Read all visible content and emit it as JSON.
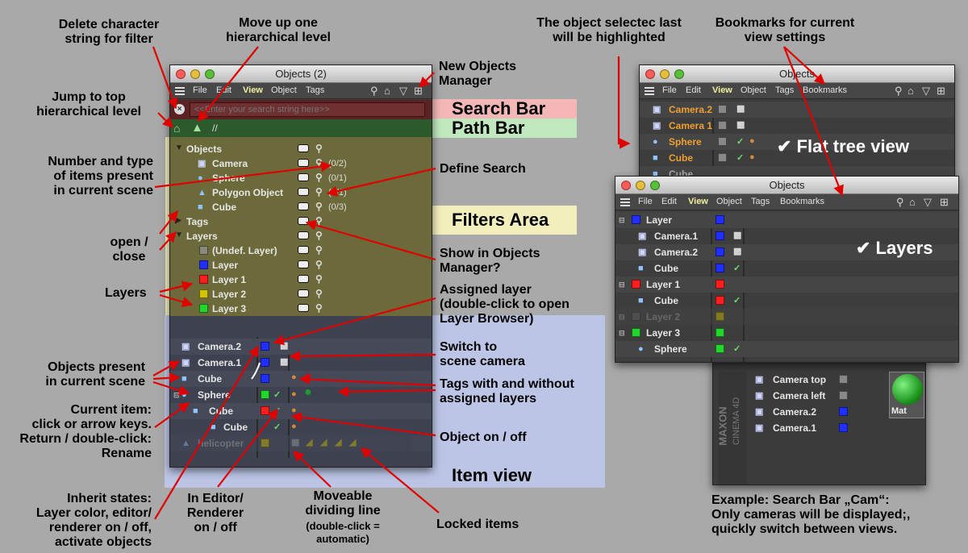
{
  "main_window": {
    "title": "Objects (2)",
    "menu": [
      "File",
      "Edit",
      "View",
      "Object",
      "Tags"
    ],
    "search_placeholder": "<<Enter your search string here>>",
    "path": "//",
    "filters": {
      "objects_header": "Objects",
      "objects": [
        {
          "name": "Camera",
          "count": "(0/2)",
          "icon": "camera-icon"
        },
        {
          "name": "Sphere",
          "count": "(0/1)",
          "icon": "sphere-icon"
        },
        {
          "name": "Polygon Object",
          "count": "(0/1)",
          "icon": "polygon-object-icon"
        },
        {
          "name": "Cube",
          "count": "(0/3)",
          "icon": "cube-icon"
        }
      ],
      "tags_header": "Tags",
      "layers_header": "Layers",
      "layers": [
        {
          "name": "(Undef. Layer)",
          "color": "#8a8a7a"
        },
        {
          "name": "Layer",
          "color": "#1f2fff"
        },
        {
          "name": "Layer 1",
          "color": "#ff1e1e"
        },
        {
          "name": "Layer 2",
          "color": "#d4c400"
        },
        {
          "name": "Layer 3",
          "color": "#22d62c"
        }
      ]
    },
    "items": [
      {
        "name": "Camera.2",
        "icon": "camera-icon",
        "layer_color": "#1f2fff"
      },
      {
        "name": "Camera.1",
        "icon": "camera-icon",
        "layer_color": "#1f2fff"
      },
      {
        "name": "Cube",
        "icon": "cube-icon",
        "layer_color": "#1f2fff"
      },
      {
        "name": "Sphere",
        "icon": "sphere-icon",
        "layer_color": "#22d62c"
      },
      {
        "name": "Cube",
        "icon": "cube-icon",
        "layer_color": "#ff1e1e"
      },
      {
        "name": "Cube",
        "icon": "cube-icon",
        "layer_color": ""
      },
      {
        "name": "helicopter",
        "icon": "helicopter-icon",
        "layer_color": "#d4c400"
      }
    ]
  },
  "flat_window": {
    "title": "Objects",
    "menu": [
      "File",
      "Edit",
      "View",
      "Object",
      "Tags",
      "Bookmarks"
    ],
    "items": [
      "Camera.2",
      "Camera 1",
      "Sphere",
      "Cube",
      "Cube"
    ],
    "label": "✔ Flat tree view"
  },
  "layers_window": {
    "title": "Objects",
    "menu": [
      "File",
      "Edit",
      "View",
      "Object",
      "Tags",
      "Bookmarks"
    ],
    "rows": [
      {
        "name": "Layer",
        "type": "layer",
        "color": "#1f2fff"
      },
      {
        "name": "Camera.1",
        "type": "item",
        "color": "#1f2fff"
      },
      {
        "name": "Camera.2",
        "type": "item",
        "color": "#1f2fff"
      },
      {
        "name": "Cube",
        "type": "item",
        "color": "#1f2fff"
      },
      {
        "name": "Layer 1",
        "type": "layer",
        "color": "#ff1e1e"
      },
      {
        "name": "Cube",
        "type": "item",
        "color": "#ff1e1e"
      },
      {
        "name": "Layer 2",
        "type": "layer",
        "color": "#d4c400"
      },
      {
        "name": "Layer 3",
        "type": "layer",
        "color": "#22d62c"
      },
      {
        "name": "Sphere",
        "type": "item",
        "color": "#22d62c"
      }
    ],
    "label": "✔ Layers"
  },
  "back_window": {
    "items": [
      "Camera top",
      "Camera left",
      "Camera.2",
      "Camera.1"
    ],
    "brand": "MAXON",
    "product": "CINEMA 4D",
    "material": "Mat"
  },
  "bands": {
    "search": "Search Bar",
    "path": "Path Bar",
    "filters": "Filters Area",
    "items": "Item view"
  },
  "annotations": {
    "delete_filter": "Delete character\nstring for filter",
    "move_up": "Move up one\nhierarchical level",
    "new_manager": "New Objects\nManager",
    "jump_top": "Jump to top\nhierarchical level",
    "number_type": "Number and type\nof items present\nin current scene",
    "define_search": "Define Search",
    "open_close": "open /\nclose",
    "layers": "Layers",
    "show_in_manager": "Show in Objects\nManager?",
    "assigned_layer": "Assigned layer\n(double-click to open\nLayer Browser)",
    "objects_present": "Objects present\nin current scene",
    "switch_camera": "Switch to\nscene camera",
    "tags_layers": "Tags with and without\nassigned layers",
    "current_item": "Current item:\nclick or arrow keys.\nReturn / double-click:\nRename",
    "object_onoff": "Object on / off",
    "inherit": "Inherit states:\nLayer color, editor/\nrenderer on / off,\nactivate objects",
    "editor_renderer": "In Editor/\nRenderer\non / off",
    "dividing_line": "Moveable\ndividing line",
    "dividing_note": "(double-click =\nautomatic)",
    "locked": "Locked items",
    "selected_last": "The object selectec last\nwill be highlighted",
    "bookmarks": "Bookmarks for current\nview settings",
    "example": "Example: Search Bar „Cam“:\nOnly cameras will be displayed;,\nquickly switch between views."
  }
}
